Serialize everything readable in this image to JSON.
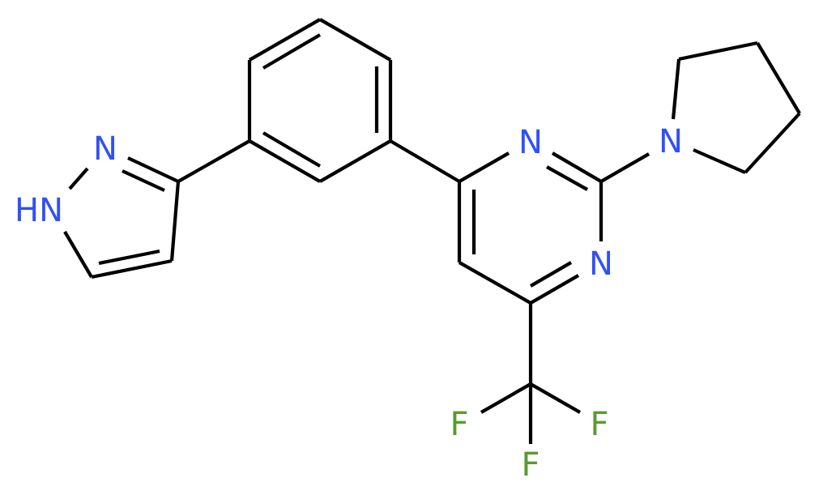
{
  "molecule": {
    "description": "4-[3-(1H-pyrazol-3-yl)phenyl]-2-(pyrrolidin-1-yl)-6-(trifluoromethyl)pyrimidine",
    "colors": {
      "bond": "#000000",
      "nitrogen": "#3050F8",
      "fluorine": "#5A9A2E",
      "background": "#FFFFFF"
    },
    "atom_labels": {
      "pyrazole_n2": "N",
      "pyrazole_n1h": "HN",
      "pyrimidine_n1": "N",
      "pyrimidine_n3": "N",
      "pyrrolidine_n": "N",
      "f_left": "F",
      "f_right": "F",
      "f_bottom": "F"
    }
  }
}
